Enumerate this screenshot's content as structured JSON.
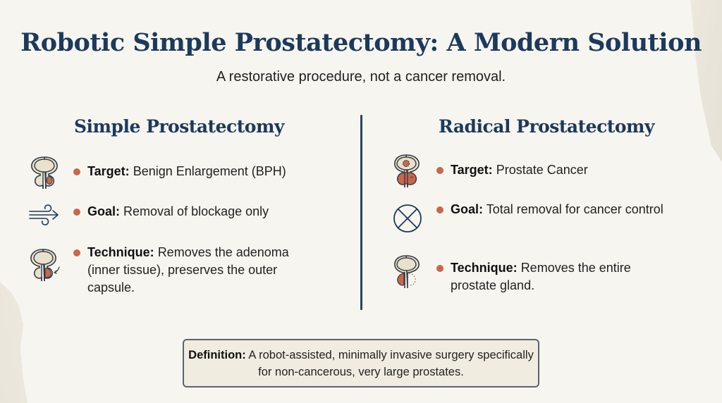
{
  "header": {
    "title": "Robotic Simple Prostatectomy: A Modern Solution",
    "subtitle": "A restorative procedure, not a cancer removal."
  },
  "columns": {
    "left": {
      "heading": "Simple Prostatectomy",
      "items": [
        {
          "icon": "prostate-benign-icon",
          "label": "Target:",
          "text": "Benign Enlargement (BPH)"
        },
        {
          "icon": "airflow-icon",
          "label": "Goal:",
          "text": "Removal of blockage only"
        },
        {
          "icon": "prostate-adenoma-removal-icon",
          "label": "Technique:",
          "text": "Removes the adenoma (inner tissue), preserves the outer capsule."
        }
      ]
    },
    "right": {
      "heading": "Radical Prostatectomy",
      "items": [
        {
          "icon": "prostate-cancer-icon",
          "label": "Target:",
          "text": "Prostate Cancer"
        },
        {
          "icon": "circle-x-icon",
          "label": "Goal:",
          "text": "Total removal for cancer control"
        },
        {
          "icon": "prostate-full-removal-icon",
          "label": "Technique:",
          "text": "Removes the entire prostate gland."
        }
      ]
    }
  },
  "definition": {
    "label": "Definition:",
    "text": "A robot-assisted, minimally invasive surgery specifically for non-cancerous, very large prostates."
  },
  "colors": {
    "navy": "#1b3a5c",
    "accent_bullet": "#c9674b",
    "background": "#f7f5ef",
    "definition_bg": "#f1ece0"
  }
}
